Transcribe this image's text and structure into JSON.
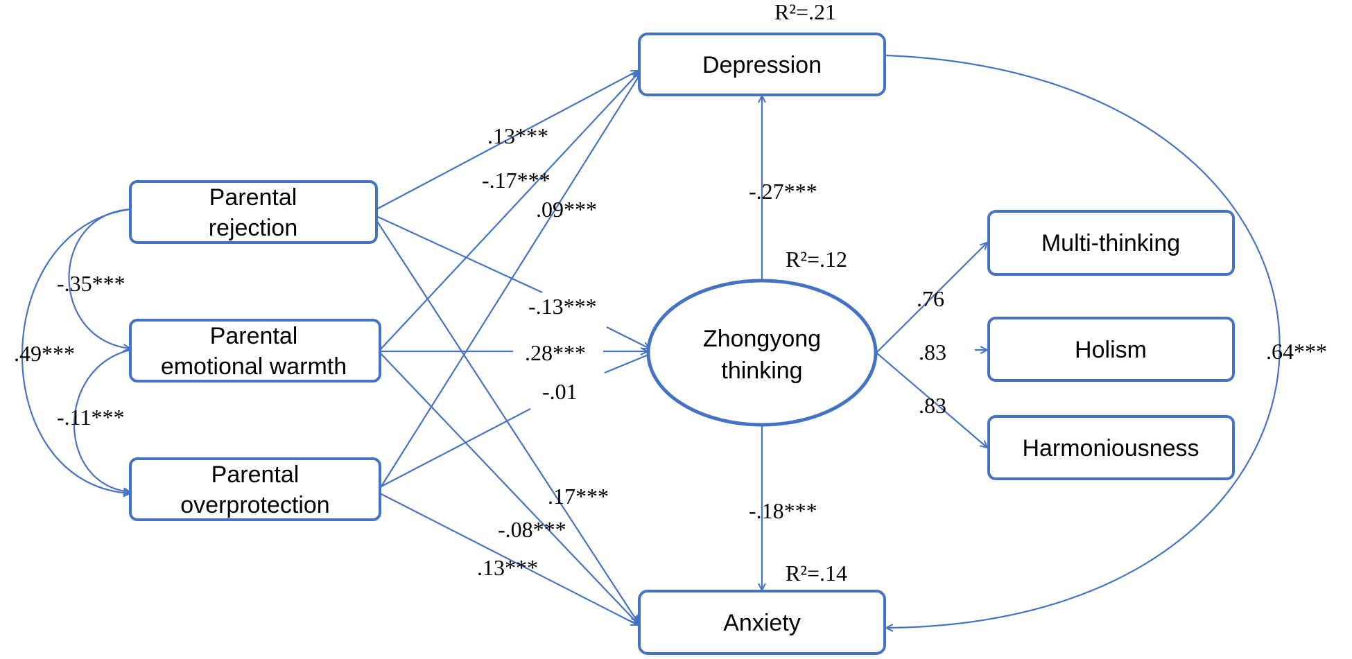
{
  "colors": {
    "stroke": "#4472C4",
    "text": "#000000",
    "background": "#ffffff"
  },
  "nodes": {
    "rejection": {
      "lines": [
        "Parental",
        "rejection"
      ]
    },
    "warmth": {
      "lines": [
        "Parental",
        "emotional warmth"
      ]
    },
    "overprotection": {
      "lines": [
        "Parental",
        "overprotection"
      ]
    },
    "depression": {
      "lines": [
        "Depression"
      ]
    },
    "anxiety": {
      "lines": [
        "Anxiety"
      ]
    },
    "zhongyong": {
      "lines": [
        "Zhongyong",
        "thinking"
      ]
    },
    "multi": {
      "lines": [
        "Multi-thinking"
      ]
    },
    "holism": {
      "lines": [
        "Holism"
      ]
    },
    "harmonious": {
      "lines": [
        "Harmoniousness"
      ]
    }
  },
  "r2": {
    "depression": "R²=.21",
    "zhongyong": "R²=.12",
    "anxiety": "R²=.14"
  },
  "coefficients": {
    "rej_dep": ".13***",
    "warm_dep": "-.17***",
    "over_dep": ".09***",
    "rej_zhong": "-.13***",
    "warm_zhong": ".28***",
    "over_zhong": "-.01",
    "rej_anx": ".17***",
    "warm_anx": "-.08***",
    "over_anx": ".13***",
    "zhong_dep": "-.27***",
    "zhong_anx": "-.18***",
    "zhong_multi": ".76",
    "zhong_holism": ".83",
    "zhong_harm": ".83",
    "corr_rej_warm": "-.35***",
    "corr_rej_over": ".49***",
    "corr_warm_over": "-.11***",
    "dep_anx": ".64***"
  }
}
